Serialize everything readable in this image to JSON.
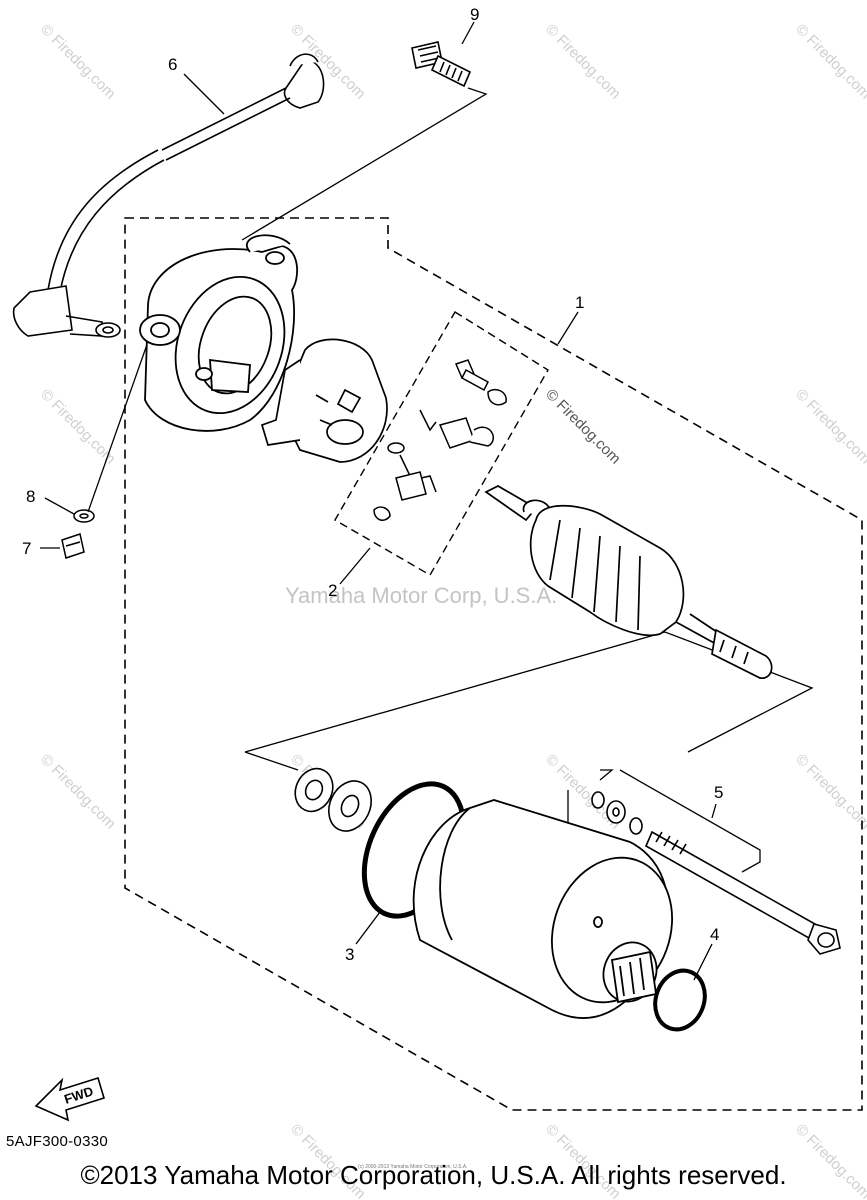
{
  "diagram": {
    "callouts": [
      "1",
      "2",
      "3",
      "4",
      "5",
      "6",
      "7",
      "8",
      "9"
    ],
    "fwd_label": "FWD",
    "part_code": "5AJF300-0330",
    "watermark_main": "Yamaha Motor Corp, U.S.A.",
    "watermark_small": "© Firedog.com",
    "fine_print": "(c) 2000-2013 Yamaha Motor Corporation, U.S.A.",
    "copyright": "©2013 Yamaha Motor Corporation, U.S.A. All rights reserved."
  }
}
